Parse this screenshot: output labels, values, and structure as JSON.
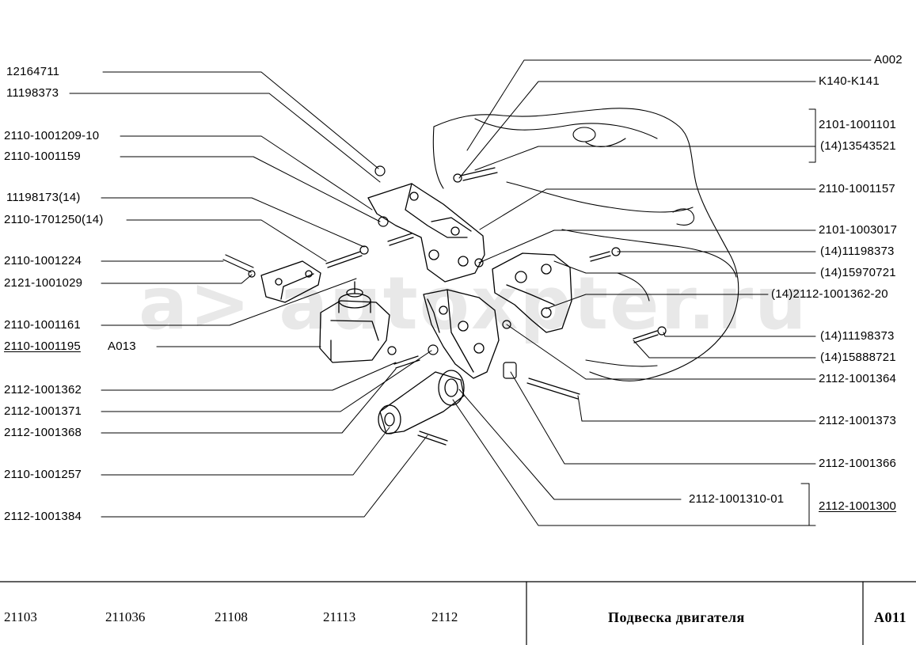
{
  "labels": {
    "l_12164711": "12164711",
    "l_11198373": "11198373",
    "l_2110_1001209_10": "2110-1001209-10",
    "l_2110_1001159": "2110-1001159",
    "l_11198173_14": "11198173(14)",
    "l_2110_1701250_14": "2110-1701250(14)",
    "l_2110_1001224": "2110-1001224",
    "l_2121_1001029": "2121-1001029",
    "l_2110_1001161": "2110-1001161",
    "l_2110_1001195": "2110-1001195",
    "l_a013": "A013",
    "l_2112_1001362": "2112-1001362",
    "l_2112_1001371": "2112-1001371",
    "l_2112_1001368": "2112-1001368",
    "l_2110_1001257": "2110-1001257",
    "l_2112_1001384": "2112-1001384",
    "r_a002": "A002",
    "r_k140_k141": "K140-K141",
    "r_2101_1001101": "2101-1001101",
    "r_14_13543521": "(14)13543521",
    "r_2110_1001157": "2110-1001157",
    "r_2101_1003017": "2101-1003017",
    "r_14_11198373_a": "(14)11198373",
    "r_14_15970721": "(14)15970721",
    "r_14_2112_1001362_20": "(14)2112-1001362-20",
    "r_14_11198373_b": "(14)11198373",
    "r_14_15888721": "(14)15888721",
    "r_2112_1001364": "2112-1001364",
    "r_2112_1001373": "2112-1001373",
    "r_2112_1001366": "2112-1001366",
    "r_2112_1001310_01": "2112-1001310-01",
    "r_2112_1001300": "2112-1001300"
  },
  "watermark": "a> autoxpter.ru",
  "footer": {
    "models": [
      "21103",
      "211036",
      "21108",
      "21113",
      "2112"
    ],
    "title": "Подвеска двигателя",
    "code": "A011"
  }
}
